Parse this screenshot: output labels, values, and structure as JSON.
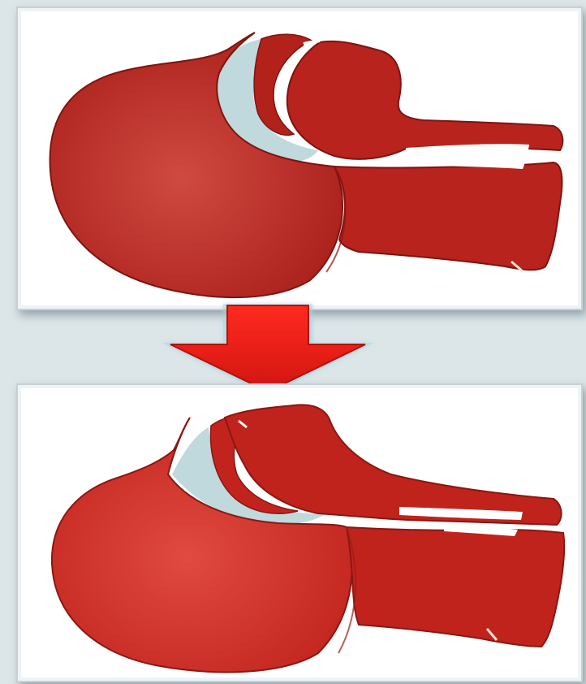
{
  "figure": {
    "panels": [
      {
        "id": "before",
        "kind": "illustration",
        "icon": "tongue-mandible-illustration"
      },
      {
        "id": "after",
        "kind": "illustration",
        "icon": "tongue-mandible-illustration"
      }
    ],
    "connector": {
      "icon": "down-arrow-icon",
      "color": "#e01b14"
    },
    "colors": {
      "tissue": "#b8231d",
      "tissue_light": "#cf3a31",
      "tissue_edge": "#7e1410",
      "airway": "#bfd9dd",
      "panel_bg": "#ffffff",
      "page_bg": "#dce5e8"
    }
  }
}
